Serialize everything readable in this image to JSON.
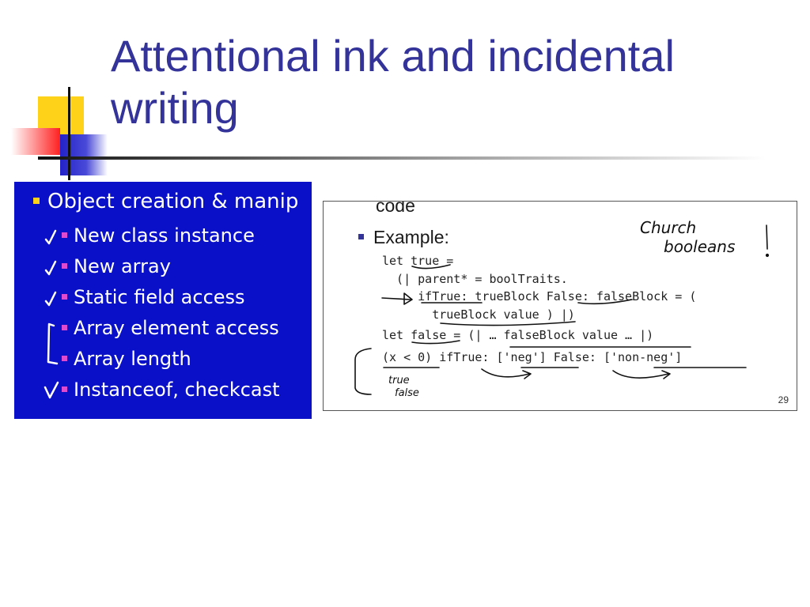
{
  "slide": {
    "title": "Attentional ink and incidental writing"
  },
  "left_panel": {
    "heading": "Object creation & manip",
    "items": [
      "New class instance",
      "New array",
      "Static field access",
      "Array element access",
      "Array length",
      "Instanceof, checkcast"
    ]
  },
  "right_panel": {
    "code_word": "code",
    "example_label": "Example:",
    "code_lines": [
      "let true =",
      "  (| parent* = boolTraits.",
      "     ifTrue: trueBlock False: falseBlock = (",
      "       trueBlock value ) |)",
      "let false = (| … falseBlock value … |)",
      "(x < 0) ifTrue: ['neg'] False: ['non-neg']"
    ],
    "handwriting": {
      "note_line1": "Church",
      "note_line2": "booleans",
      "annot_line1": "true",
      "annot_line2": "false"
    },
    "page_number": "29"
  },
  "colors": {
    "title": "#33339a",
    "left_panel_bg": "#0a10c8",
    "accent_yellow": "#ffd21a",
    "accent_red": "#ff2020"
  }
}
